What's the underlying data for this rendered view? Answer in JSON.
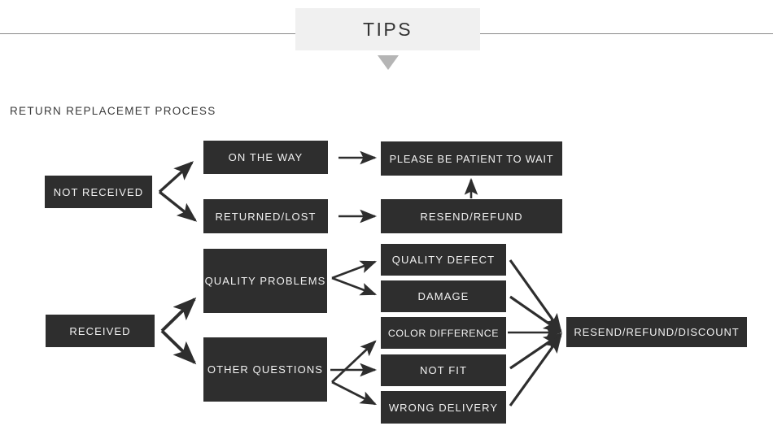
{
  "header": {
    "tips_label": "TIPS",
    "caret_icon": "triangle-down-icon",
    "rule_color": "#8a8a8a",
    "tips_bg": "#f0f0f0"
  },
  "section": {
    "title": "RETURN REPLACEMET PROCESS"
  },
  "theme": {
    "node_bg": "#2e2e2e",
    "node_text": "#f2f2f2",
    "arrow_color": "#2e2e2e",
    "page_bg": "#ffffff"
  },
  "flow": {
    "not_received_branch": {
      "root": "NOT RECEIVED",
      "children": [
        {
          "label": "ON THE WAY",
          "result": "PLEASE BE PATIENT TO WAIT"
        },
        {
          "label": "RETURNED/LOST",
          "result": "RESEND/REFUND"
        }
      ]
    },
    "received_branch": {
      "root": "RECEIVED",
      "children": [
        {
          "label": "QUALITY PROBLEMS",
          "reasons": [
            "QUALITY DEFECT",
            "DAMAGE"
          ]
        },
        {
          "label": "OTHER QUESTIONS",
          "reasons": [
            "COLOR DIFFERENCE",
            "NOT FIT",
            "WRONG DELIVERY"
          ]
        }
      ],
      "result": "RESEND/REFUND/DISCOUNT"
    }
  },
  "nodes": {
    "not_received": "NOT RECEIVED",
    "on_the_way": "ON THE WAY",
    "returned_lost": "RETURNED/LOST",
    "please_wait": "PLEASE BE PATIENT TO WAIT",
    "resend_refund": "RESEND/REFUND",
    "received": "RECEIVED",
    "quality_problems": "QUALITY PROBLEMS",
    "other_questions": "OTHER QUESTIONS",
    "quality_defect": "QUALITY DEFECT",
    "damage": "DAMAGE",
    "color_difference": "COLOR DIFFERENCE",
    "not_fit": "NOT FIT",
    "wrong_delivery": "WRONG DELIVERY",
    "resend_refund_discount": "RESEND/REFUND/DISCOUNT"
  }
}
